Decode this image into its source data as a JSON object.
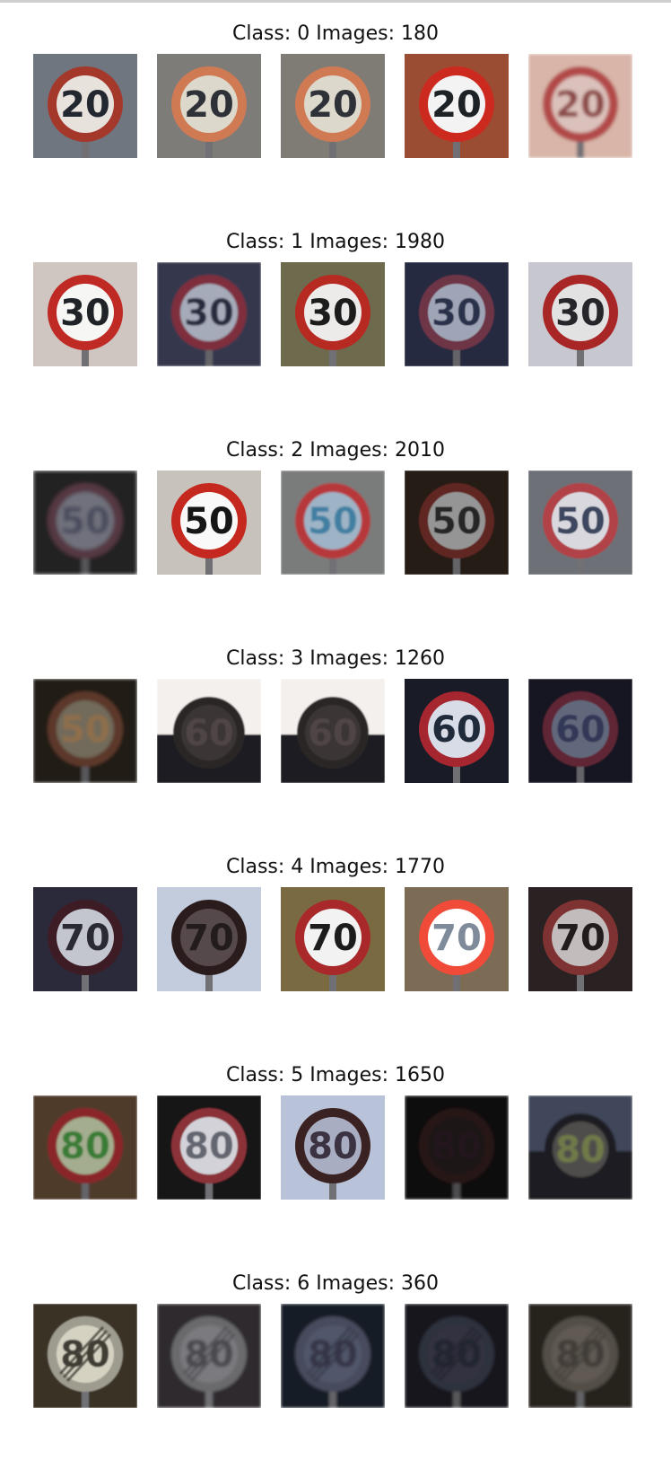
{
  "rows": [
    {
      "class_label": "Class: 0 Images: 180",
      "images": [
        {
          "sign": "20",
          "bg": "#6f7680",
          "ring": "#a4382b",
          "face": "#e8e2dc",
          "digits": "#232830",
          "mode": "speed",
          "blur": 0.0,
          "dark": 0.0
        },
        {
          "sign": "20",
          "bg": "#7d7c78",
          "ring": "#cf7a52",
          "face": "#ddd8cc",
          "digits": "#2e3338",
          "mode": "speed",
          "blur": 0.2,
          "dark": 0.0
        },
        {
          "sign": "20",
          "bg": "#7f7c76",
          "ring": "#cf7a52",
          "face": "#ddd8cc",
          "digits": "#2e3338",
          "mode": "speed",
          "blur": 0.2,
          "dark": 0.0
        },
        {
          "sign": "20",
          "bg": "#9b4d33",
          "ring": "#cc2a1f",
          "face": "#f3f3f3",
          "digits": "#1d2227",
          "mode": "speed",
          "blur": 0.0,
          "dark": 0.0
        },
        {
          "sign": "20",
          "bg": "#d8b5a8",
          "ring": "#b24a49",
          "face": "#dbc1bb",
          "digits": "#8c4a47",
          "mode": "speed",
          "blur": 1.8,
          "dark": 0.0
        }
      ]
    },
    {
      "class_label": "Class: 1 Images: 1980",
      "images": [
        {
          "sign": "30",
          "bg": "#cfc6c2",
          "ring": "#c02a24",
          "face": "#f6f6f4",
          "digits": "#1f2327",
          "mode": "speed",
          "blur": 0.0,
          "dark": 0.0
        },
        {
          "sign": "30",
          "bg": "#3c4056",
          "ring": "#8d3446",
          "face": "#b9bfd0",
          "digits": "#2b2e43",
          "mode": "speed",
          "blur": 1.0,
          "dark": 0.1
        },
        {
          "sign": "30",
          "bg": "#6d6a4d",
          "ring": "#b72a24",
          "face": "#ecebe9",
          "digits": "#1f1f1e",
          "mode": "speed",
          "blur": 0.2,
          "dark": 0.0
        },
        {
          "sign": "30",
          "bg": "#2c3148",
          "ring": "#7b3a4f",
          "face": "#b2b8cb",
          "digits": "#313854",
          "mode": "speed",
          "blur": 0.6,
          "dark": 0.1
        },
        {
          "sign": "30",
          "bg": "#c7c7cf",
          "ring": "#a82628",
          "face": "#e2e2e2",
          "digits": "#28252a",
          "mode": "speed",
          "blur": 0.2,
          "dark": 0.0
        }
      ]
    },
    {
      "class_label": "Class: 2 Images: 2010",
      "images": [
        {
          "sign": "50",
          "bg": "#2a2b2c",
          "ring": "#6b4654",
          "face": "#8d8e9c",
          "digits": "#5b5f75",
          "mode": "speed",
          "blur": 2.2,
          "dark": 0.2
        },
        {
          "sign": "50",
          "bg": "#c7c2bc",
          "ring": "#c5281e",
          "face": "#f9f9f9",
          "digits": "#161616",
          "mode": "speed",
          "blur": 0.0,
          "dark": 0.0
        },
        {
          "sign": "50",
          "bg": "#7a7b7c",
          "ring": "#b7393b",
          "face": "#9eb4c6",
          "digits": "#3f7fa2",
          "mode": "speed",
          "blur": 1.0,
          "dark": 0.0
        },
        {
          "sign": "50",
          "bg": "#2a201c",
          "ring": "#6d2b29",
          "face": "#a7a6a6",
          "digits": "#2b2b2b",
          "mode": "speed",
          "blur": 0.6,
          "dark": 0.1
        },
        {
          "sign": "50",
          "bg": "#6e7077",
          "ring": "#b14346",
          "face": "#d8d8de",
          "digits": "#3d4760",
          "mode": "speed",
          "blur": 0.4,
          "dark": 0.0
        }
      ]
    },
    {
      "class_label": "Class: 3 Images: 1260",
      "images": [
        {
          "sign": "50",
          "bg": "#2c2720",
          "ring": "#734638",
          "face": "#8f8671",
          "digits": "#b38a5f",
          "mode": "speed",
          "blur": 1.6,
          "dark": 0.2
        },
        {
          "sign": "60",
          "bg": "#f4f0ed",
          "ring": "#2b2628",
          "face": "#3a3436",
          "digits": "#4f4447",
          "mode": "dome",
          "blur": 0.8,
          "dark": 0.0
        },
        {
          "sign": "60",
          "bg": "#f4f0ed",
          "ring": "#2b2628",
          "face": "#3a3436",
          "digits": "#4f4447",
          "mode": "dome",
          "blur": 0.8,
          "dark": 0.0
        },
        {
          "sign": "60",
          "bg": "#191c27",
          "ring": "#a5262f",
          "face": "#d8dce7",
          "digits": "#1f2a3b",
          "mode": "speed",
          "blur": 0.0,
          "dark": 0.0
        },
        {
          "sign": "60",
          "bg": "#1a1c28",
          "ring": "#6b2b3c",
          "face": "#6e7389",
          "digits": "#363f61",
          "mode": "speed",
          "blur": 0.8,
          "dark": 0.1
        }
      ]
    },
    {
      "class_label": "Class: 4 Images: 1770",
      "images": [
        {
          "sign": "70",
          "bg": "#2a2b3a",
          "ring": "#3d1f25",
          "face": "#c4c6cf",
          "digits": "#2b2930",
          "mode": "speed",
          "blur": 0.3,
          "dark": 0.0
        },
        {
          "sign": "70",
          "bg": "#c3ccdd",
          "ring": "#2a1b1c",
          "face": "#54494b",
          "digits": "#201b1c",
          "mode": "speed",
          "blur": 0.2,
          "dark": 0.0
        },
        {
          "sign": "70",
          "bg": "#7a6a42",
          "ring": "#a9292a",
          "face": "#f2f2f2",
          "digits": "#1c1c1c",
          "mode": "speed",
          "blur": 0.0,
          "dark": 0.0
        },
        {
          "sign": "70",
          "bg": "#7c6c55",
          "ring": "#ef4b38",
          "face": "#ffffff",
          "digits": "#7f8a9a",
          "mode": "speed",
          "blur": 0.0,
          "dark": 0.0
        },
        {
          "sign": "70",
          "bg": "#2a2421",
          "ring": "#7e3230",
          "face": "#c3bcbc",
          "digits": "#231f1e",
          "mode": "speed",
          "blur": 0.2,
          "dark": 0.0
        }
      ]
    },
    {
      "class_label": "Class: 5 Images: 1650",
      "images": [
        {
          "sign": "80",
          "bg": "#5a4130",
          "ring": "#9a2b31",
          "face": "#b7c1a0",
          "digits": "#3e8a3a",
          "mode": "speed",
          "blur": 1.0,
          "dark": 0.1
        },
        {
          "sign": "80",
          "bg": "#171719",
          "ring": "#8a3137",
          "face": "#d2d2d8",
          "digits": "#64666f",
          "mode": "speed",
          "blur": 0.8,
          "dark": 0.0
        },
        {
          "sign": "80",
          "bg": "#b8c2d8",
          "ring": "#3a2022",
          "face": "#a8adc1",
          "digits": "#3a3142",
          "mode": "speed",
          "blur": 0.3,
          "dark": 0.0
        },
        {
          "sign": "80",
          "bg": "#171416",
          "ring": "#3a1a1d",
          "face": "#2a2225",
          "digits": "#2e2528",
          "mode": "speed",
          "blur": 1.6,
          "dark": 0.3
        },
        {
          "sign": "80",
          "bg": "#40465a",
          "ring": "#1f1d22",
          "face": "#4f4d4c",
          "digits": "#707a4a",
          "mode": "dome",
          "blur": 1.2,
          "dark": 0.0
        }
      ]
    },
    {
      "class_label": "Class: 6 Images: 360",
      "images": [
        {
          "sign": "80",
          "bg": "#3a3026",
          "ring": "#9e9b8f",
          "face": "#d6d2c2",
          "digits": "#3f3d35",
          "mode": "end",
          "blur": 0.8,
          "dark": 0.0
        },
        {
          "sign": "80",
          "bg": "#2d2c2f",
          "ring": "#6a6a6d",
          "face": "#7a7a7f",
          "digits": "#4a4a4f",
          "mode": "end",
          "blur": 1.6,
          "dark": 0.0
        },
        {
          "sign": "80",
          "bg": "#1b1d2a",
          "ring": "#505468",
          "face": "#5b6077",
          "digits": "#3a3d4f",
          "mode": "end",
          "blur": 1.6,
          "dark": 0.1
        },
        {
          "sign": "80",
          "bg": "#1b1c27",
          "ring": "#3b3d4c",
          "face": "#3e4050",
          "digits": "#2d2f3a",
          "mode": "end",
          "blur": 1.6,
          "dark": 0.2
        },
        {
          "sign": "80",
          "bg": "#2a2622",
          "ring": "#5d5850",
          "face": "#6b655c",
          "digits": "#4a463f",
          "mode": "end",
          "blur": 1.6,
          "dark": 0.1
        }
      ]
    }
  ]
}
